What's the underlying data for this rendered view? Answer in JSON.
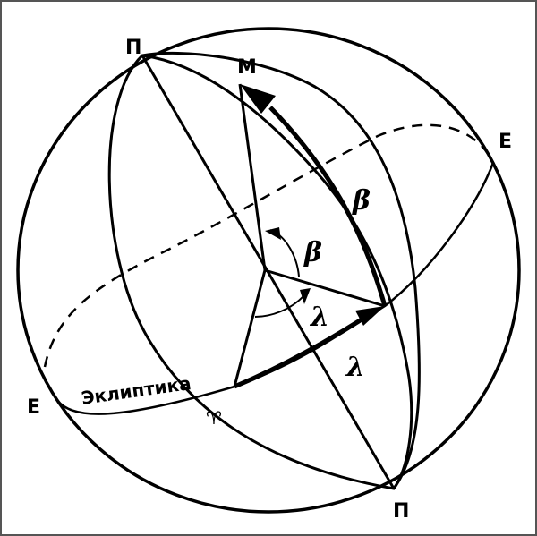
{
  "diagram": {
    "title": "Ecliptic coordinate system on the celestial sphere",
    "labels": {
      "pole_top": "П",
      "pole_bottom": "П",
      "point_m": "M",
      "ecliptic_point_right": "E",
      "ecliptic_point_left": "E",
      "ecliptic": "Эклиптика",
      "vernal_equinox": "♈",
      "beta_arc": "β",
      "beta_angle": "β",
      "lambda_angle": "λ",
      "lambda_arc": "λ"
    },
    "colors": {
      "stroke": "#000000",
      "background": "#ffffff",
      "frame": "#555555"
    }
  }
}
